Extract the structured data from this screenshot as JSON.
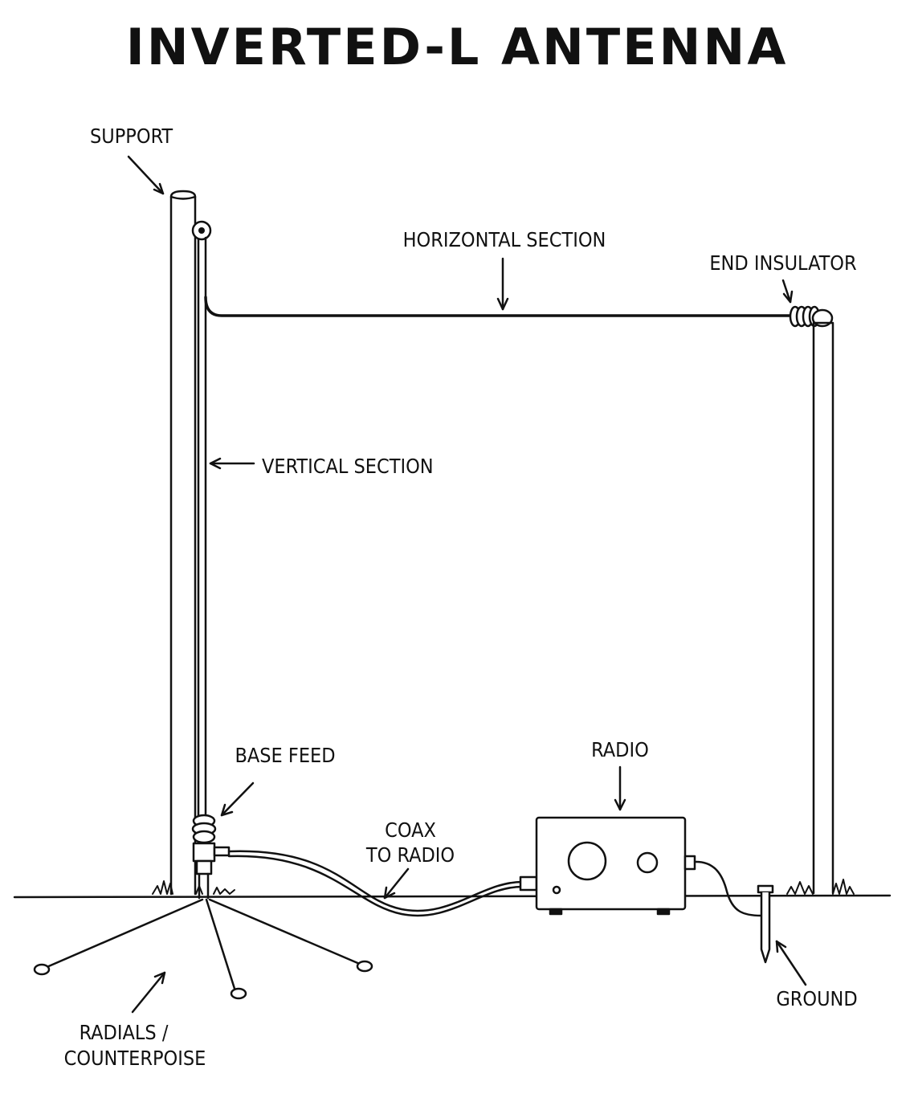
{
  "title": "INVERTED-L ANTENNA",
  "labels": {
    "support": "SUPPORT",
    "horizontal_section": "HORIZONTAL SECTION",
    "end_insulator": "END INSULATOR",
    "vertical_section": "VERTICAL SECTION",
    "base_feed": "BASE FEED",
    "radio": "RADIO",
    "coax_line1": "COAX",
    "coax_line2": "TO RADIO",
    "radials_line1": "RADIALS /",
    "radials_line2": "COUNTERPOISE",
    "ground": "GROUND"
  }
}
